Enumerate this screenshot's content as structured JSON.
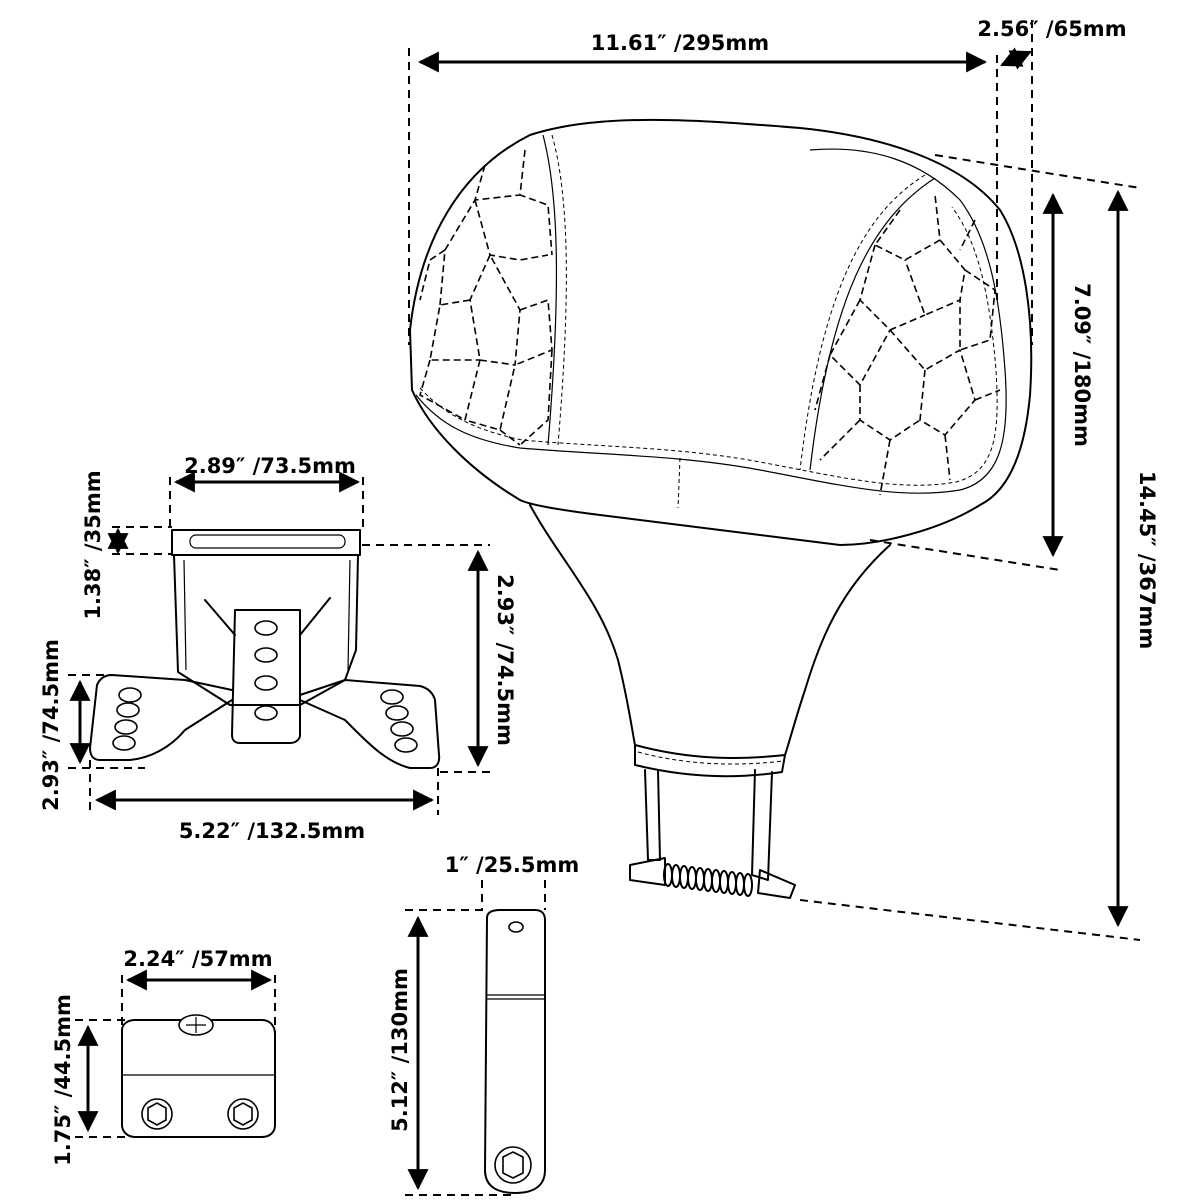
{
  "headrest": {
    "width_label": "11.61″ /295mm",
    "depth_label": "2.56″ /65mm",
    "pad_height_label": "7.09″ /180mm",
    "total_height_label": "14.45″ /367mm"
  },
  "bracket": {
    "top_width_label": "2.89″ /73.5mm",
    "top_depth_label": "1.38″ /35mm",
    "height_label": "2.93″ /74.5mm",
    "side_height_label": "2.93″ /74.5mm",
    "base_width_label": "5.22″ /132.5mm"
  },
  "strap": {
    "width_label": "1″ /25.5mm",
    "length_label": "5.12″ /130mm"
  },
  "clamp": {
    "width_label": "2.24″ /57mm",
    "height_label": "1.75″ /44.5mm"
  }
}
